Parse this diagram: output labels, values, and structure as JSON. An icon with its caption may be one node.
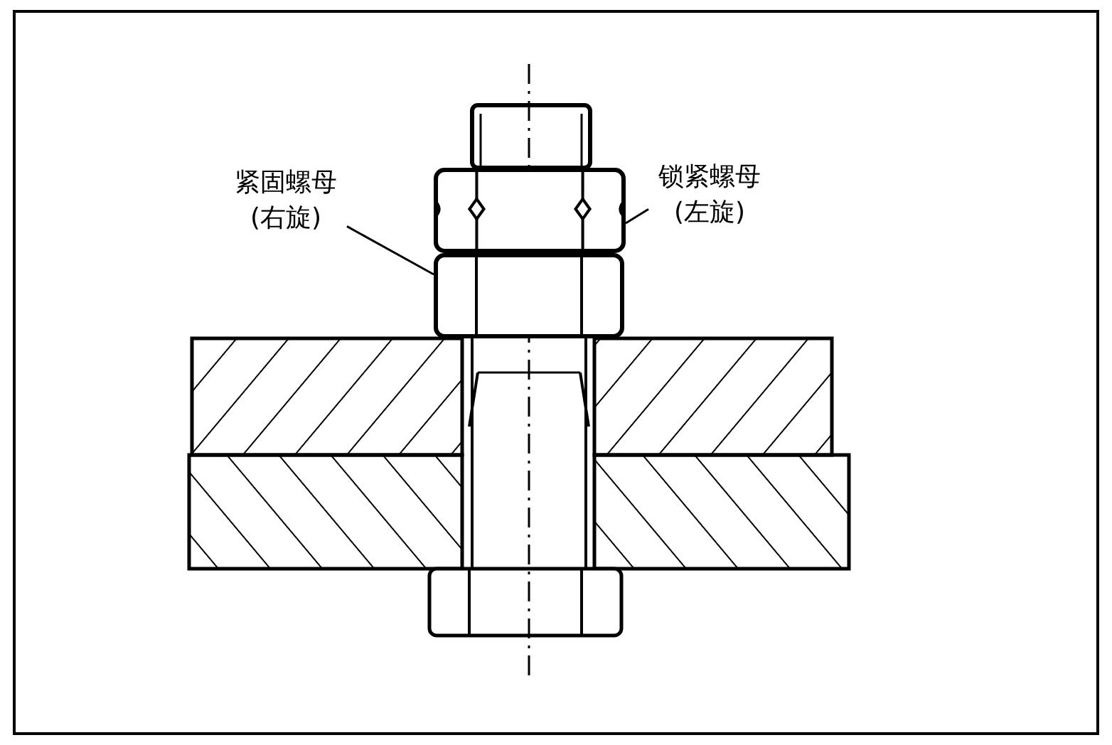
{
  "diagram": {
    "nodes": [
      {
        "text": [
          "紧固螺母(右旋)"
        ]
      },
      {
        "text": [],
        "shape": "picture"
      },
      {
        "text": [
          "锁紧螺母(左旋)"
        ]
      },
      {
        "text": [],
        "shape": "picture"
      }
    ],
    "edges": [
      {
        "from": 0,
        "to": 3,
        "arrow": "none"
      },
      {
        "from": 2,
        "to": 1,
        "arrow": "none"
      }
    ]
  }
}
